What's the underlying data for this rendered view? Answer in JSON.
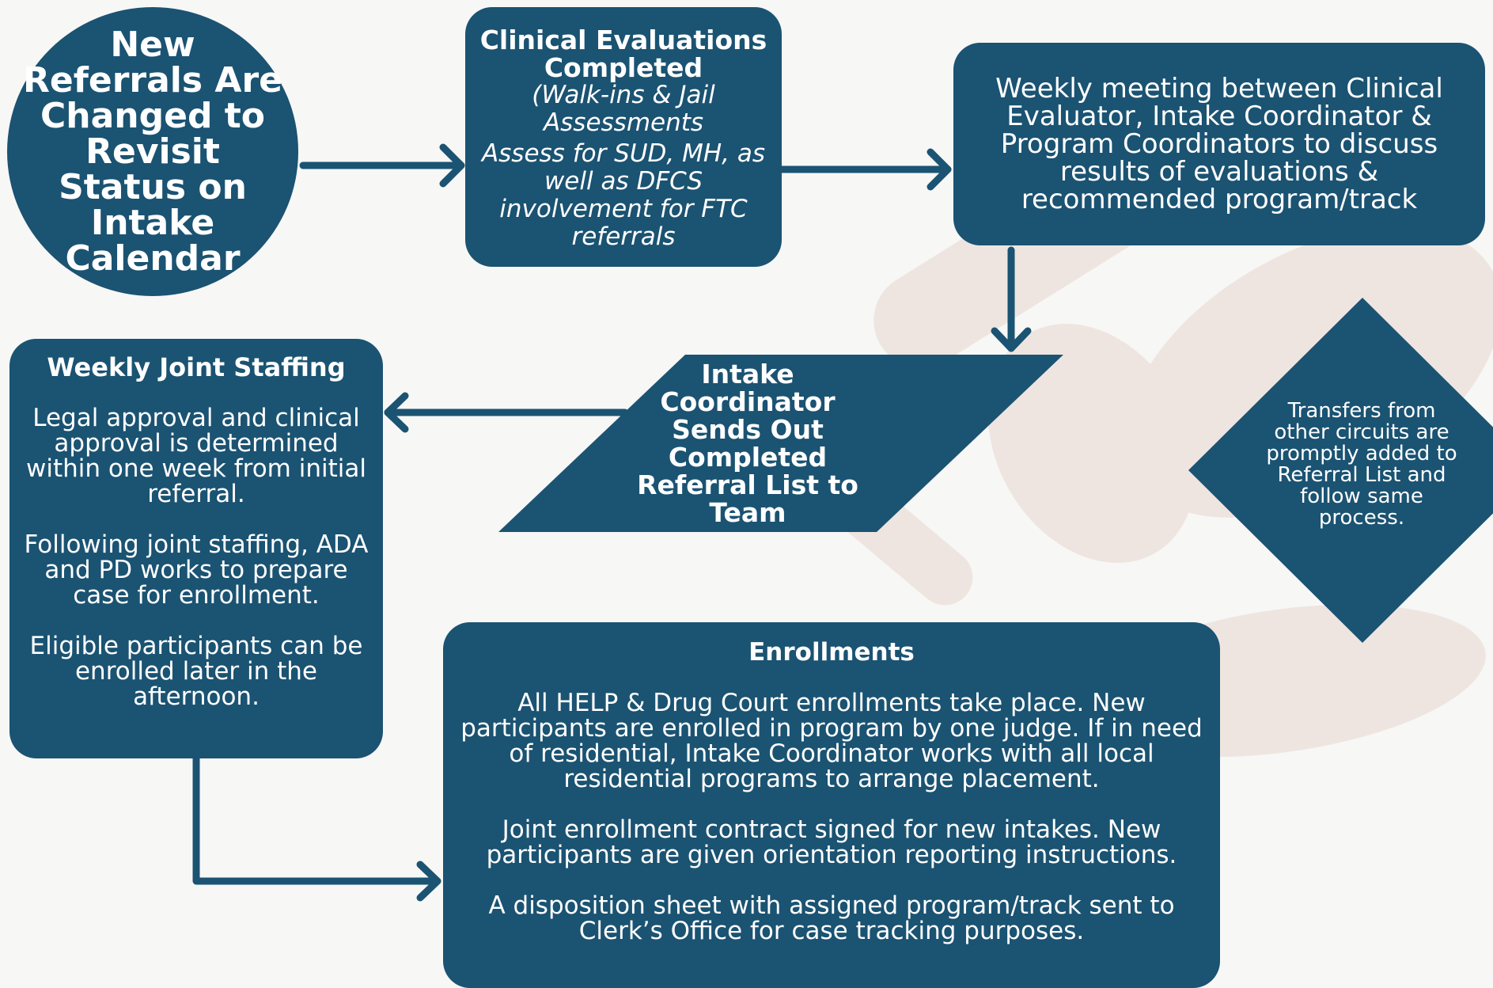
{
  "nodes": {
    "new_referrals": "New Referrals Are Changed to Revisit Status on Intake Calendar",
    "clinical": {
      "title": "Clinical Evaluations Completed",
      "subtitle": "(Walk-ins & Jail Assessments",
      "assess": "Assess for SUD, MH, as well as DFCS involvement for FTC referrals"
    },
    "weekly_meeting": "Weekly meeting between Clinical Evaluator, Intake Coordinator & Program Coordinators to discuss results of evaluations & recommended program/track",
    "intake_sends": "Intake Coordinator Sends Out Completed Referral List to Team",
    "transfers": "Transfers from other circuits are promptly added to Referral List and follow same process.",
    "staffing": {
      "title": "Weekly Joint Staffing",
      "p1": "Legal approval and clinical approval is determined within one week from initial referral.",
      "p2": "Following joint staffing, ADA and PD works to prepare case for enrollment.",
      "p3": "Eligible participants can be enrolled later in the afternoon."
    },
    "enrollments": {
      "title": "Enrollments",
      "p1": "All HELP & Drug Court enrollments take place. New participants are enrolled in program by one judge. If in need of residential, Intake Coordinator works with all local residential programs to arrange placement.",
      "p2": "Joint enrollment contract signed for new intakes. New participants are given orientation reporting instructions.",
      "p3": "A disposition sheet with assigned program/track sent to Clerk’s Office for case tracking purposes."
    }
  },
  "colors": {
    "node": "#1b5372",
    "arrow": "#1b5372",
    "background": "#f7f7f6"
  }
}
